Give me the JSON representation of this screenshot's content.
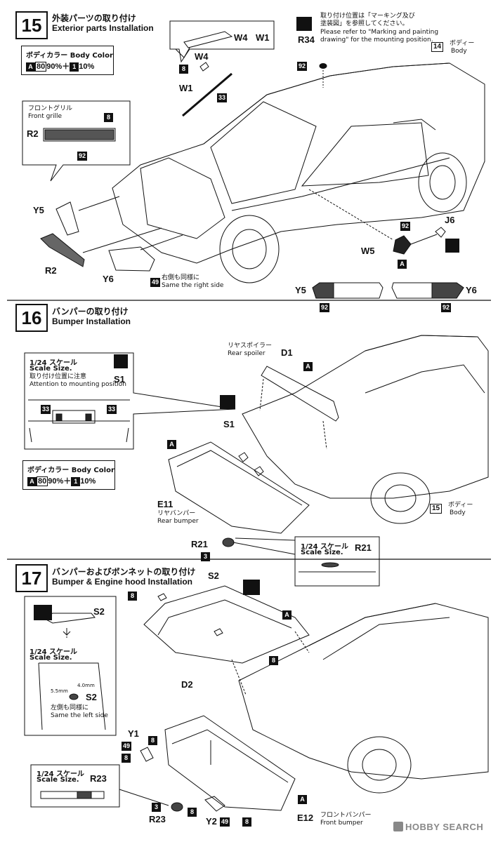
{
  "step15": {
    "number": "15",
    "title_jp": "外装パーツの取り付け",
    "title_en": "Exterior parts Installation",
    "body_color": {
      "title": "ボディカラー Body Color",
      "formula_a": "A",
      "formula_a_num": "80",
      "formula_rest": "90%＋",
      "formula_b": "1",
      "formula_b_pct": "10%"
    },
    "front_grille": {
      "jp": "フロントグリル",
      "en": "Front grille",
      "part": "R2",
      "badge_top": "8",
      "badge_bottom": "92"
    },
    "wiper_callout": {
      "w4": "W4",
      "w1": "W1"
    },
    "parts": {
      "w4": "W4",
      "w4_badge": "8",
      "w1": "W1",
      "w1_badge": "33",
      "r34": "R34",
      "r34_badge": "92",
      "body_ref": "14",
      "body_jp": "ボディー",
      "body_en": "Body",
      "y5": "Y5",
      "r2": "R2",
      "y6": "Y6",
      "y6_badge": "49",
      "right_side_jp": "右側も同様に",
      "right_side_en": "Same the right side",
      "w5": "W5",
      "w5_badge": "92",
      "w5_sub": "A",
      "j6": "J6",
      "y5_lens": "Y5",
      "y5_lens_badge": "92",
      "y6_lens": "Y6",
      "y6_lens_badge": "92"
    },
    "note_jp_1": "取り付け位置は「マーキング及び",
    "note_jp_2": "塗装図」を参照してください。",
    "note_en_1": "Please refer to \"Marking and painting",
    "note_en_2": "drawing\" for the mounting position."
  },
  "step16": {
    "number": "16",
    "title_jp": "バンパーの取り付け",
    "title_en": "Bumper Installation",
    "inset": {
      "scale_jp": "1/24 スケール",
      "scale_en": "Scale Size.",
      "attn_jp": "取り付け位置に注意",
      "attn_en": "Attention to mounting position",
      "part": "S1",
      "badge_l": "33",
      "badge_r": "33"
    },
    "body_color": {
      "title": "ボディカラー Body Color",
      "formula_a": "A",
      "formula_a_num": "80",
      "formula_rest": "90%＋",
      "formula_b": "1",
      "formula_b_pct": "10%"
    },
    "parts": {
      "spoiler_jp": "リヤスポイラー",
      "spoiler_en": "Rear spoiler",
      "d1": "D1",
      "d1_sub": "A",
      "s1": "S1",
      "a_left": "A",
      "e11": "E11",
      "bumper_jp": "リヤバンパー",
      "bumper_en": "Rear bumper",
      "r21": "R21",
      "r21_badge": "3",
      "body_ref": "15",
      "body_jp": "ボディー",
      "body_en": "Body"
    },
    "r21_inset": {
      "scale_jp": "1/24 スケール",
      "scale_en": "Scale Size.",
      "part": "R21"
    }
  },
  "step17": {
    "number": "17",
    "title_jp": "バンパーおよびボンネットの取り付け",
    "title_en": "Bumper & Engine hood Installation",
    "inset": {
      "part": "S2",
      "scale_jp": "1/24 スケール",
      "scale_en": "Scale Size.",
      "dim1": "4.0mm",
      "dim2": "5.5mm",
      "s2": "S2",
      "left_jp": "左側も同様に",
      "left_en": "Same the left side"
    },
    "parts": {
      "s2": "S2",
      "s2_badge": "8",
      "hood_sub": "A",
      "hood_badge": "8",
      "d2": "D2",
      "y1": "Y1",
      "y1_badge_a": "49",
      "y1_badge_b": "8",
      "y1_badge_c": "8",
      "r23": "R23",
      "r23_badge": "3",
      "y2": "Y2",
      "y2_badge_a": "8",
      "y2_badge_b": "49",
      "y2_badge_c": "8",
      "e12": "E12",
      "e12_sub": "A",
      "bumper_jp": "フロントバンパー",
      "bumper_en": "Front bumper"
    },
    "r23_inset": {
      "scale_jp": "1/24 スケール",
      "scale_en": "Scale Size.",
      "part": "R23"
    }
  },
  "watermark": "HOBBY SEARCH"
}
